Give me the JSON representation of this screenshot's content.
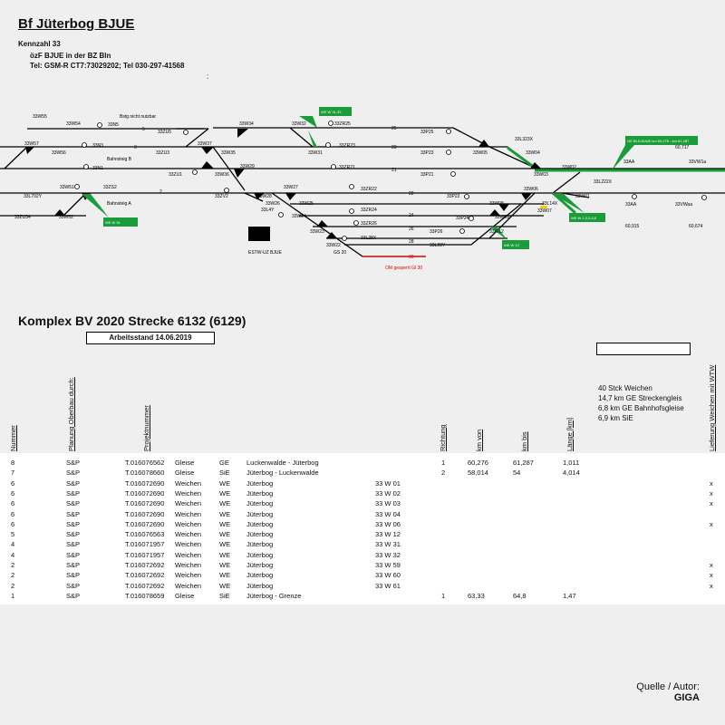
{
  "header": {
    "title": "Bf Jüterbog BJUE",
    "kennzahl": "Kennzahl 33",
    "ozf": "özF BJUE in der BZ  Bln",
    "tel": "Tel:  GSM-R CT7:73029202; Tel 030-297-41568",
    "colon": ":"
  },
  "plan": {
    "labels": {
      "w55": "33W55",
      "w54": "33W54",
      "n5": "33N5",
      "gleis5": "5",
      "bstg_nicht": "Bstg nicht nutzbar",
      "w34": "33W34",
      "w32": "33W32",
      "zr25": "33ZR25",
      "gleis25": "25",
      "p25": "33P25",
      "l323x": "33L323X",
      "w57": "33W57",
      "n3": "33N3",
      "gleis3": "3",
      "zu3": "33ZU3",
      "w37": "33W37",
      "w35": "33W35",
      "w31": "33W31",
      "zr23": "33ZR23",
      "gleis23": "23",
      "p23": "33P23",
      "w05": "33W05",
      "w04": "33W04",
      "w56": "33W56",
      "bahnsteig_b": "Bahnsteig B",
      "zu5": "33ZU5",
      "n1": "33N1",
      "zu1": "33ZU1",
      "w36": "33W36",
      "w29": "33W29",
      "zr21": "33ZR21",
      "gleis21": "21",
      "p21": "33P21",
      "w03": "33W03",
      "w02": "33W02",
      "l702y": "33L702Y",
      "w51": "33W51",
      "zs2": "33ZS2",
      "gleis2": "2",
      "zv2": "33ZV2",
      "w28": "33W28",
      "w27": "33W27",
      "zr22": "33ZR22",
      "gleis22": "22",
      "p22": "33P22",
      "w06": "33W06",
      "w01": "33W01",
      "l222x": "33L222X",
      "aa": "33AA",
      "w26": "33W26",
      "w25": "33W25",
      "bahnsteig_a": "Bahnsteig A",
      "w08": "33W08",
      "l14x": "33L14X",
      "w07": "33W07",
      "zu34": "33ZU34",
      "w52": "33W52",
      "l4y": "33L4Y",
      "w24": "33W24",
      "zr24": "33ZR24",
      "gleis24": "24",
      "p24": "33P24",
      "w09": "33W09",
      "zr26": "33ZR26",
      "gleis26": "26",
      "p26": "33P26",
      "w12": "33W12",
      "w23": "33W23",
      "l28x": "33L28X",
      "w22": "33W22",
      "gs20": "GS 20",
      "gleis28": "28",
      "l28y": "33L28Y",
      "gleis30": "30",
      "estw": "ESTW-UZ BJUE",
      "om_gesperrt": "OM gesperrt Gl 30",
      "km60717": "60,717",
      "vw1a": "33VW1a",
      "vwaa": "33VWaa",
      "km60915": "60,915",
      "km60674": "60,674",
      "aa2": "33AA"
    },
    "callouts": {
      "we_31_32": "WE W 31,32",
      "ge_bld": "GE BLD-BJUE km 60,276 - km 61,287",
      "we_51": "WE W 51",
      "we_1234_6": "WE W 1,2,3,4,6",
      "we_12": "WE W 12"
    }
  },
  "komplex": {
    "title": "Komplex BV 2020 Strecke 6132 (6129)",
    "arbeitsstand": "Arbeitsstand 14.06.2019"
  },
  "columns": {
    "nummer": "Nummer",
    "planung": "Planung Oberbau durch:",
    "projektnummer": "Projektnummer",
    "richtung": "Richtung",
    "km_von": "km von",
    "km_bis": "km bis",
    "laenge": "Länge [km]",
    "lieferung": "Lieferung Weichen mit WTW"
  },
  "summary": {
    "weichen": "40 Stck Weichen",
    "ge": "14,7 km GE Streckengleis",
    "bahnhof": "6,8 km GE Bahnhofsgleise",
    "sie": "6,9 km SiE"
  },
  "rows": [
    {
      "nr": "8",
      "plan": "S&P",
      "proj": "T.016076562",
      "art": "Gleise",
      "typ": "GE",
      "ort": "Luckenwalde - Jüterbog",
      "weiche": "",
      "richtung": "1",
      "km_von": "60,276",
      "km_bis": "61,287",
      "laenge": "1,011",
      "x": ""
    },
    {
      "nr": "7",
      "plan": "S&P",
      "proj": "T.016078660",
      "art": "Gleise",
      "typ": "SiE",
      "ort": "Jüterbog - Luckenwalde",
      "weiche": "",
      "richtung": "2",
      "km_von": "58,014",
      "km_bis": "54",
      "laenge": "4,014",
      "x": ""
    },
    {
      "nr": "6",
      "plan": "S&P",
      "proj": "T.016072690",
      "art": "Weichen",
      "typ": "WE",
      "ort": "Jüterbog",
      "weiche": "33 W 01",
      "richtung": "",
      "km_von": "",
      "km_bis": "",
      "laenge": "",
      "x": "x"
    },
    {
      "nr": "6",
      "plan": "S&P",
      "proj": "T.016072690",
      "art": "Weichen",
      "typ": "WE",
      "ort": "Jüterbog",
      "weiche": "33 W 02",
      "richtung": "",
      "km_von": "",
      "km_bis": "",
      "laenge": "",
      "x": "x"
    },
    {
      "nr": "6",
      "plan": "S&P",
      "proj": "T.016072690",
      "art": "Weichen",
      "typ": "WE",
      "ort": "Jüterbog",
      "weiche": "33 W 03",
      "richtung": "",
      "km_von": "",
      "km_bis": "",
      "laenge": "",
      "x": "x"
    },
    {
      "nr": "6",
      "plan": "S&P",
      "proj": "T.016072690",
      "art": "Weichen",
      "typ": "WE",
      "ort": "Jüterbog",
      "weiche": "33 W 04",
      "richtung": "",
      "km_von": "",
      "km_bis": "",
      "laenge": "",
      "x": ""
    },
    {
      "nr": "6",
      "plan": "S&P",
      "proj": "T.016072690",
      "art": "Weichen",
      "typ": "WE",
      "ort": "Jüterbog",
      "weiche": "33 W 06",
      "richtung": "",
      "km_von": "",
      "km_bis": "",
      "laenge": "",
      "x": "x"
    },
    {
      "nr": "5",
      "plan": "S&P",
      "proj": "T.016076563",
      "art": "Weichen",
      "typ": "WE",
      "ort": "Jüterbog",
      "weiche": "33 W 12",
      "richtung": "",
      "km_von": "",
      "km_bis": "",
      "laenge": "",
      "x": ""
    },
    {
      "nr": "4",
      "plan": "S&P",
      "proj": "T.016071957",
      "art": "Weichen",
      "typ": "WE",
      "ort": "Jüterbog",
      "weiche": "33 W 31",
      "richtung": "",
      "km_von": "",
      "km_bis": "",
      "laenge": "",
      "x": ""
    },
    {
      "nr": "4",
      "plan": "S&P",
      "proj": "T.016071957",
      "art": "Weichen",
      "typ": "WE",
      "ort": "Jüterbog",
      "weiche": "33 W 32",
      "richtung": "",
      "km_von": "",
      "km_bis": "",
      "laenge": "",
      "x": ""
    },
    {
      "nr": "2",
      "plan": "S&P",
      "proj": "T.016072692",
      "art": "Weichen",
      "typ": "WE",
      "ort": "Jüterbog",
      "weiche": "33 W 59",
      "richtung": "",
      "km_von": "",
      "km_bis": "",
      "laenge": "",
      "x": "x"
    },
    {
      "nr": "2",
      "plan": "S&P",
      "proj": "T.016072692",
      "art": "Weichen",
      "typ": "WE",
      "ort": "Jüterbog",
      "weiche": "33 W 60",
      "richtung": "",
      "km_von": "",
      "km_bis": "",
      "laenge": "",
      "x": "x"
    },
    {
      "nr": "2",
      "plan": "S&P",
      "proj": "T.016072692",
      "art": "Weichen",
      "typ": "WE",
      "ort": "Jüterbog",
      "weiche": "33 W 61",
      "richtung": "",
      "km_von": "",
      "km_bis": "",
      "laenge": "",
      "x": "x"
    },
    {
      "nr": "1",
      "plan": "S&P",
      "proj": "T.016078659",
      "art": "Gleise",
      "typ": "SiE",
      "ort": "Jüterbog - Grenze",
      "weiche": "",
      "richtung": "1",
      "km_von": "63,33",
      "km_bis": "64,8",
      "laenge": "1,47",
      "x": ""
    }
  ],
  "footer": {
    "quelle": "Quelle / Autor:",
    "giga": "GIGA"
  },
  "colors": {
    "green": "#1a9c3a",
    "red": "#e00000",
    "background": "#efefef"
  }
}
